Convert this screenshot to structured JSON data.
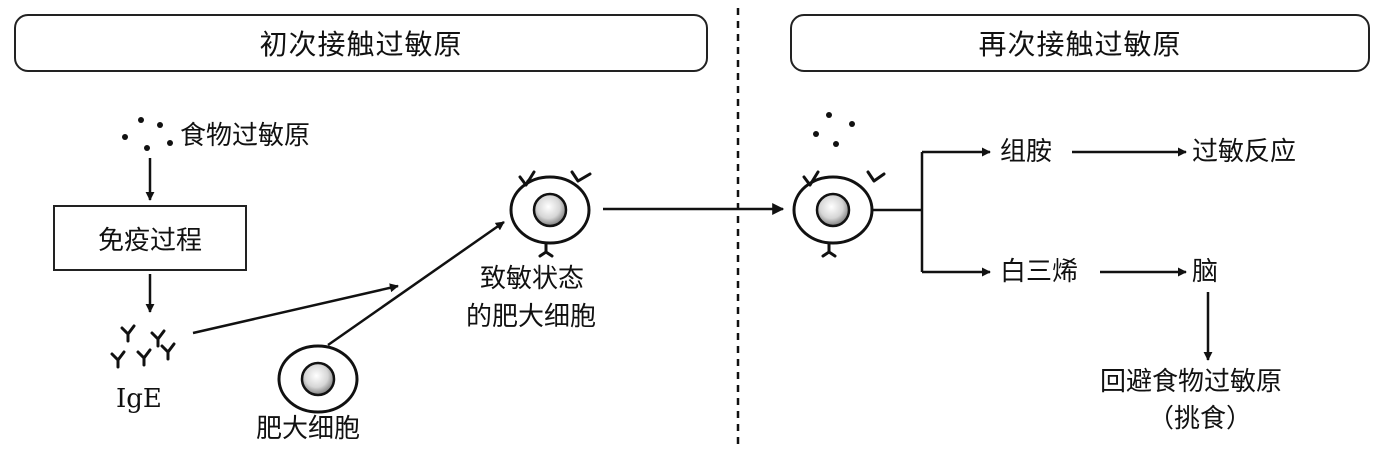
{
  "panels": {
    "left_header": "初次接触过敏原",
    "right_header": "再次接触过敏原"
  },
  "left": {
    "allergen_label": "食物过敏原",
    "process_box": "免疫过程",
    "ige_label": "IgE",
    "mast_cell_label": "肥大细胞",
    "sensitized_line1": "致敏状态",
    "sensitized_line2": "的肥大细胞"
  },
  "right": {
    "histamine": "组胺",
    "allergic_reaction": "过敏反应",
    "leukotriene": "白三烯",
    "brain": "脑",
    "avoid_line1": "回避食物过敏原",
    "avoid_line2": "（挑食）"
  },
  "colors": {
    "stroke": "#111111",
    "nucleus_light": "#f4f4f4",
    "nucleus_dark": "#8a8a8a"
  }
}
